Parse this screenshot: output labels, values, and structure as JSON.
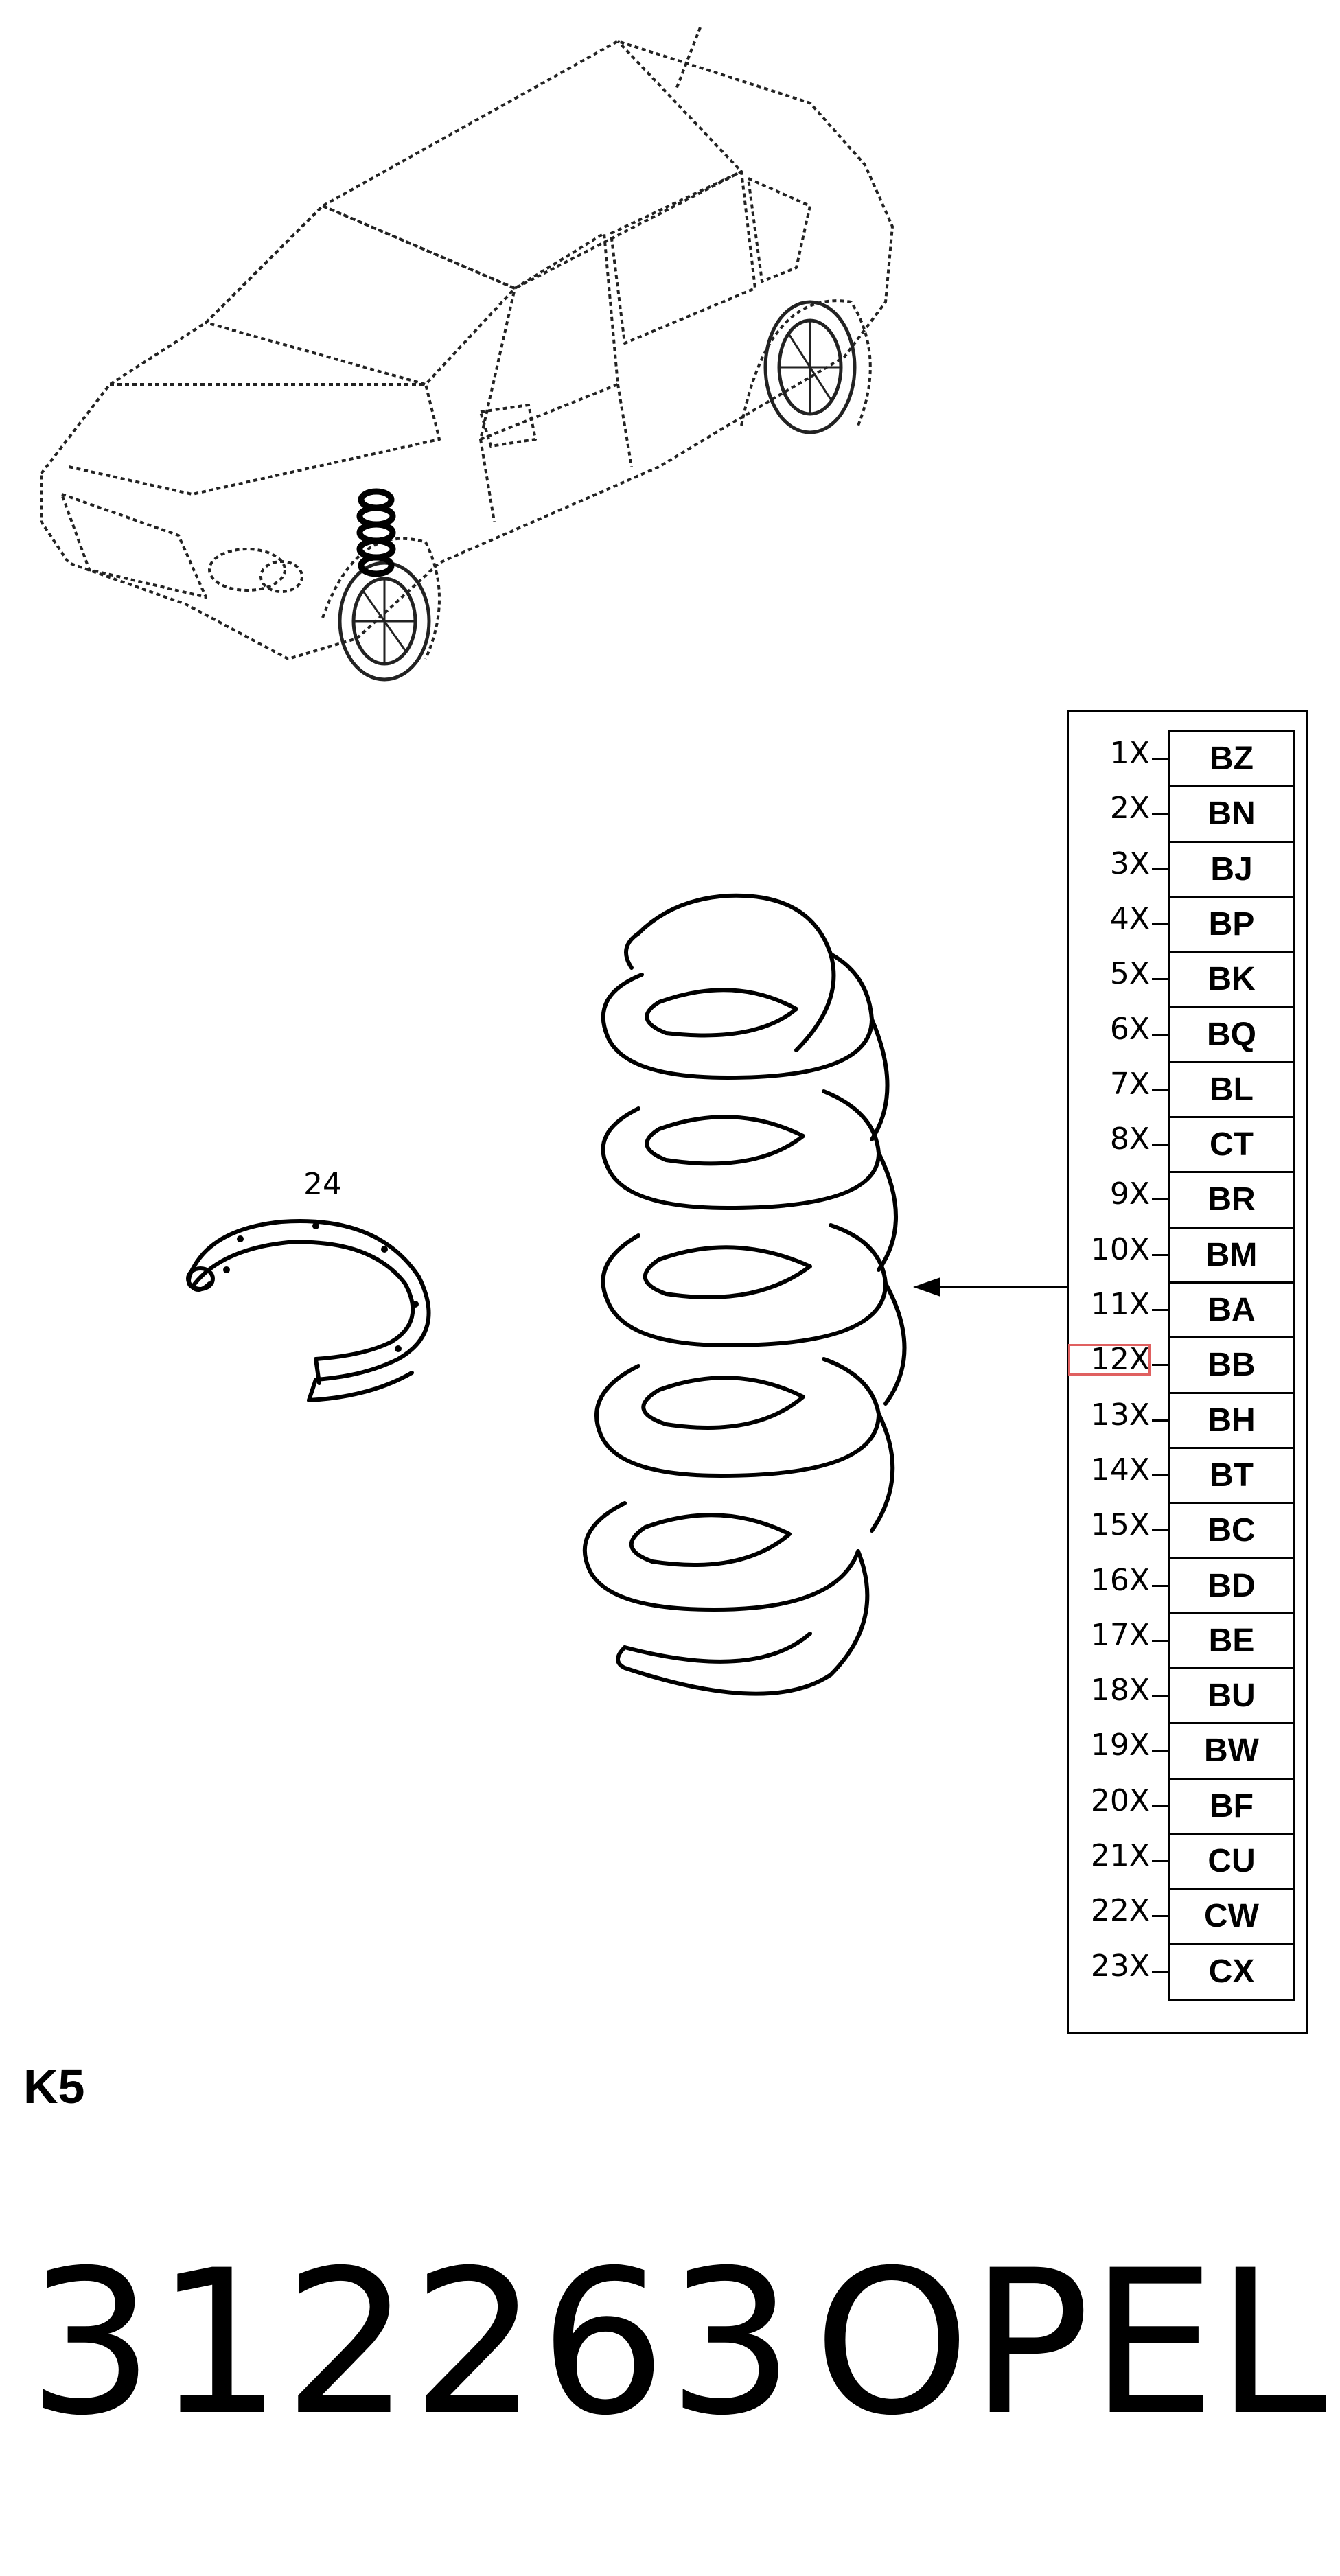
{
  "illustration": {
    "part_number_label": "24",
    "page_code": "K5",
    "footer_number": "312263",
    "footer_brand": "OPEL",
    "highlight_color": "#e06060"
  },
  "legend": {
    "rows": [
      {
        "qty": "1X",
        "code": "BZ"
      },
      {
        "qty": "2X",
        "code": "BN"
      },
      {
        "qty": "3X",
        "code": "BJ"
      },
      {
        "qty": "4X",
        "code": "BP"
      },
      {
        "qty": "5X",
        "code": "BK"
      },
      {
        "qty": "6X",
        "code": "BQ"
      },
      {
        "qty": "7X",
        "code": "BL"
      },
      {
        "qty": "8X",
        "code": "CT"
      },
      {
        "qty": "9X",
        "code": "BR"
      },
      {
        "qty": "10X",
        "code": "BM"
      },
      {
        "qty": "11X",
        "code": "BA"
      },
      {
        "qty": "12X",
        "code": "BB"
      },
      {
        "qty": "13X",
        "code": "BH"
      },
      {
        "qty": "14X",
        "code": "BT"
      },
      {
        "qty": "15X",
        "code": "BC"
      },
      {
        "qty": "16X",
        "code": "BD"
      },
      {
        "qty": "17X",
        "code": "BE"
      },
      {
        "qty": "18X",
        "code": "BU"
      },
      {
        "qty": "19X",
        "code": "BW"
      },
      {
        "qty": "20X",
        "code": "BF"
      },
      {
        "qty": "21X",
        "code": "CU"
      },
      {
        "qty": "22X",
        "code": "CW"
      },
      {
        "qty": "23X",
        "code": "CX"
      }
    ],
    "highlighted_row": 12
  }
}
